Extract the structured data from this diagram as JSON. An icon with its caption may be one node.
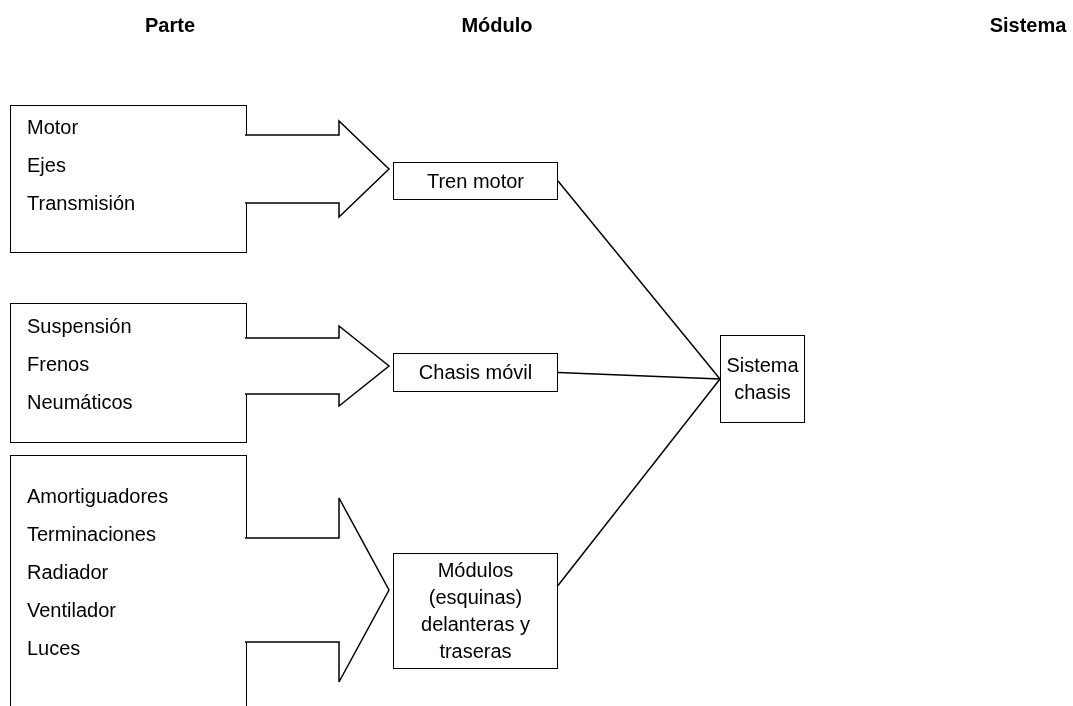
{
  "diagram": {
    "nodes": [
      {
        "text": [
          "Motor",
          "Ejes",
          "Transmisión"
        ]
      },
      {
        "text": [
          "Tren motor"
        ]
      },
      {
        "text": [
          "Suspensión",
          "Frenos",
          "Neumáticos"
        ]
      },
      {
        "text": [
          "Chasis móvil"
        ]
      },
      {
        "text": [
          "Amortiguadores",
          "Terminaciones",
          "Radiador",
          "Ventilador",
          "Luces"
        ]
      },
      {
        "text": [
          "Módulos (esquinas) delanteras y traseras"
        ]
      },
      {
        "text": [
          "Sistema chasis"
        ]
      }
    ],
    "edges": [
      {
        "from": 0,
        "to": 1,
        "arrow": "to",
        "style": "thick"
      },
      {
        "from": 2,
        "to": 3,
        "arrow": "to",
        "style": "thick"
      },
      {
        "from": 4,
        "to": 5,
        "arrow": "to",
        "style": "thick"
      },
      {
        "from": 1,
        "to": 6,
        "arrow": "none"
      },
      {
        "from": 3,
        "to": 6,
        "arrow": "none"
      },
      {
        "from": 5,
        "to": 6,
        "arrow": "none"
      }
    ],
    "labels": [
      "Parte",
      "Módulo",
      "Sistema"
    ]
  }
}
